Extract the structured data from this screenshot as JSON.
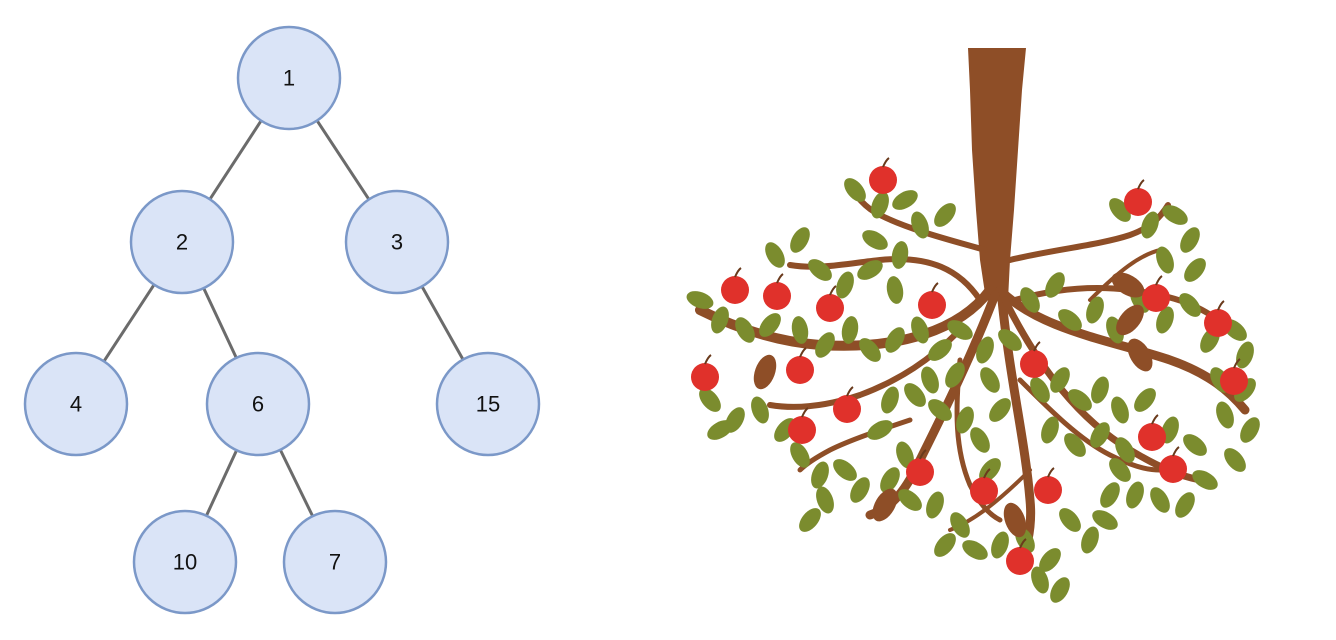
{
  "diagram": {
    "nodes": [
      {
        "id": "n1",
        "label": "1"
      },
      {
        "id": "n2",
        "label": "2"
      },
      {
        "id": "n3",
        "label": "3"
      },
      {
        "id": "n4",
        "label": "4"
      },
      {
        "id": "n6",
        "label": "6"
      },
      {
        "id": "n15",
        "label": "15"
      },
      {
        "id": "n10",
        "label": "10"
      },
      {
        "id": "n7",
        "label": "7"
      }
    ],
    "edges": [
      {
        "from": "n1",
        "to": "n2"
      },
      {
        "from": "n1",
        "to": "n3"
      },
      {
        "from": "n2",
        "to": "n4"
      },
      {
        "from": "n2",
        "to": "n6"
      },
      {
        "from": "n3",
        "to": "n15"
      },
      {
        "from": "n6",
        "to": "n10"
      },
      {
        "from": "n6",
        "to": "n7"
      }
    ]
  },
  "illustration": {
    "subject": "apple-tree-upside-down",
    "colors": {
      "trunk": "#8e4e27",
      "leaf": "#7b8c2e",
      "apple": "#e0312b"
    }
  }
}
